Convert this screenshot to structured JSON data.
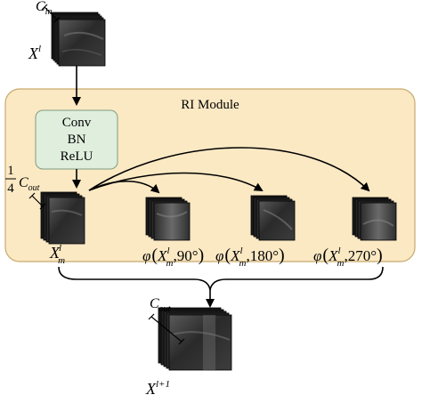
{
  "module": {
    "title": "RI Module",
    "fill": "#fbe9c4",
    "stroke": "#c7a96c"
  },
  "conv_block": {
    "lines": [
      "Conv",
      "BN",
      "ReLU"
    ],
    "fill": "#dfeedd",
    "stroke": "#7f9b7f"
  },
  "input": {
    "channel_symbol": "C",
    "channel_sub": "in",
    "label_main": "X",
    "label_sup": "l"
  },
  "reduced": {
    "fraction_num": "1",
    "fraction_den": "4",
    "channel_symbol": "C",
    "channel_sub": "out",
    "label_main": "X",
    "label_sup": "l",
    "label_sub": "m"
  },
  "rotations": [
    {
      "phi": "φ",
      "main": "X",
      "sup": "l",
      "sub": "m",
      "angle": "90°"
    },
    {
      "phi": "φ",
      "main": "X",
      "sup": "l",
      "sub": "m",
      "angle": "180°"
    },
    {
      "phi": "φ",
      "main": "X",
      "sup": "l",
      "sub": "m",
      "angle": "270°"
    }
  ],
  "output": {
    "channel_symbol": "C",
    "channel_sub": "out",
    "label_main": "X",
    "label_sup": "l+1"
  }
}
